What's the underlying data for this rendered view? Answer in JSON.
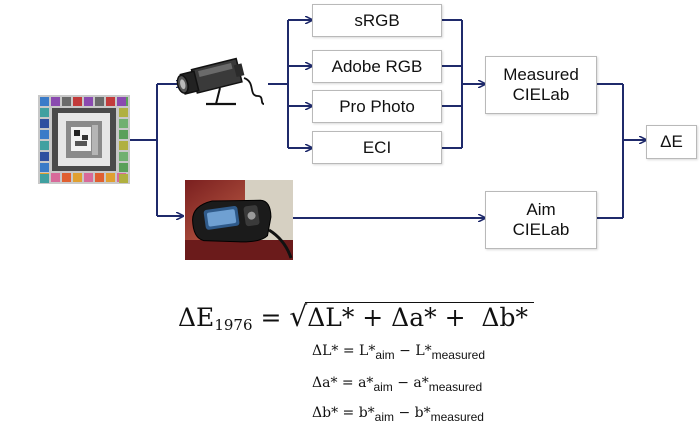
{
  "boxes": {
    "srgb": "sRGB",
    "adobe_rgb": "Adobe RGB",
    "pro_photo": "Pro Photo",
    "eci": "ECI",
    "measured_line1": "Measured",
    "measured_line2": "CIELab",
    "aim_line1": "Aim",
    "aim_line2": "CIELab",
    "delta_e": "ΔE"
  },
  "equation": {
    "main_lhs": "ΔE",
    "main_sub": "1976",
    "main_eq": " = ",
    "radicand": "ΔL* + Δa* +  Δb*",
    "line1": {
      "lhs": "ΔL* = L*",
      "sub1": "aim",
      "mid": " − L*",
      "sub2": "measured"
    },
    "line2": {
      "lhs": "Δa* = a*",
      "sub1": "aim",
      "mid": " − a*",
      "sub2": "measured"
    },
    "line3": {
      "lhs": "Δb* = b*",
      "sub1": "aim",
      "mid": " − b*",
      "sub2": "measured"
    }
  },
  "colors": {
    "arrow": "#1f2a6b",
    "box_border": "#b9b9b9"
  }
}
